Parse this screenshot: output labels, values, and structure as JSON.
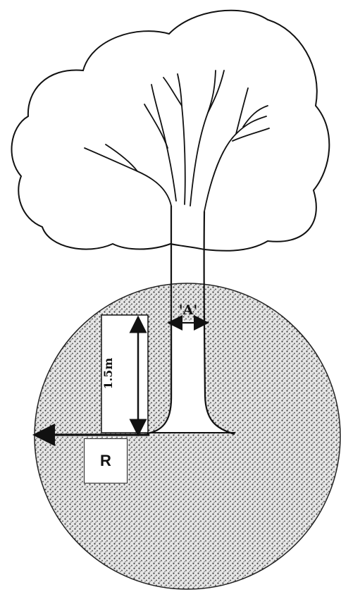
{
  "labels": {
    "trunk_width": "'A'",
    "height": "1.5m",
    "radius": "R"
  },
  "colors": {
    "ink": "#111111",
    "stipple": "#3a3a3a",
    "background": "#ffffff"
  }
}
